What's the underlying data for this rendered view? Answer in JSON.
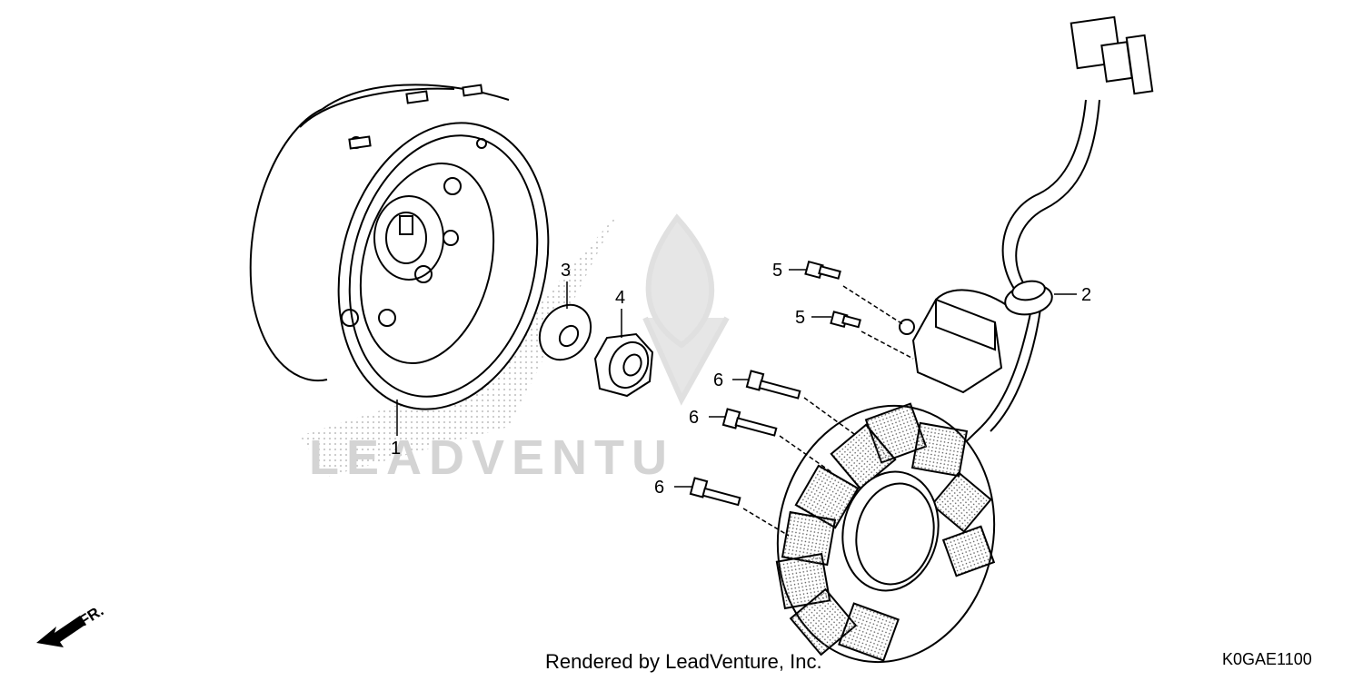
{
  "callouts": [
    "1",
    "2",
    "3",
    "4",
    "5",
    "5",
    "6",
    "6",
    "6"
  ],
  "direction_label": "FR.",
  "watermark_text": "LEADVENTU",
  "credit": "Rendered by LeadVenture, Inc.",
  "diagram_code": "K0GAE1100",
  "colors": {
    "line": "#000000",
    "watermark": "#d4d4d4"
  }
}
